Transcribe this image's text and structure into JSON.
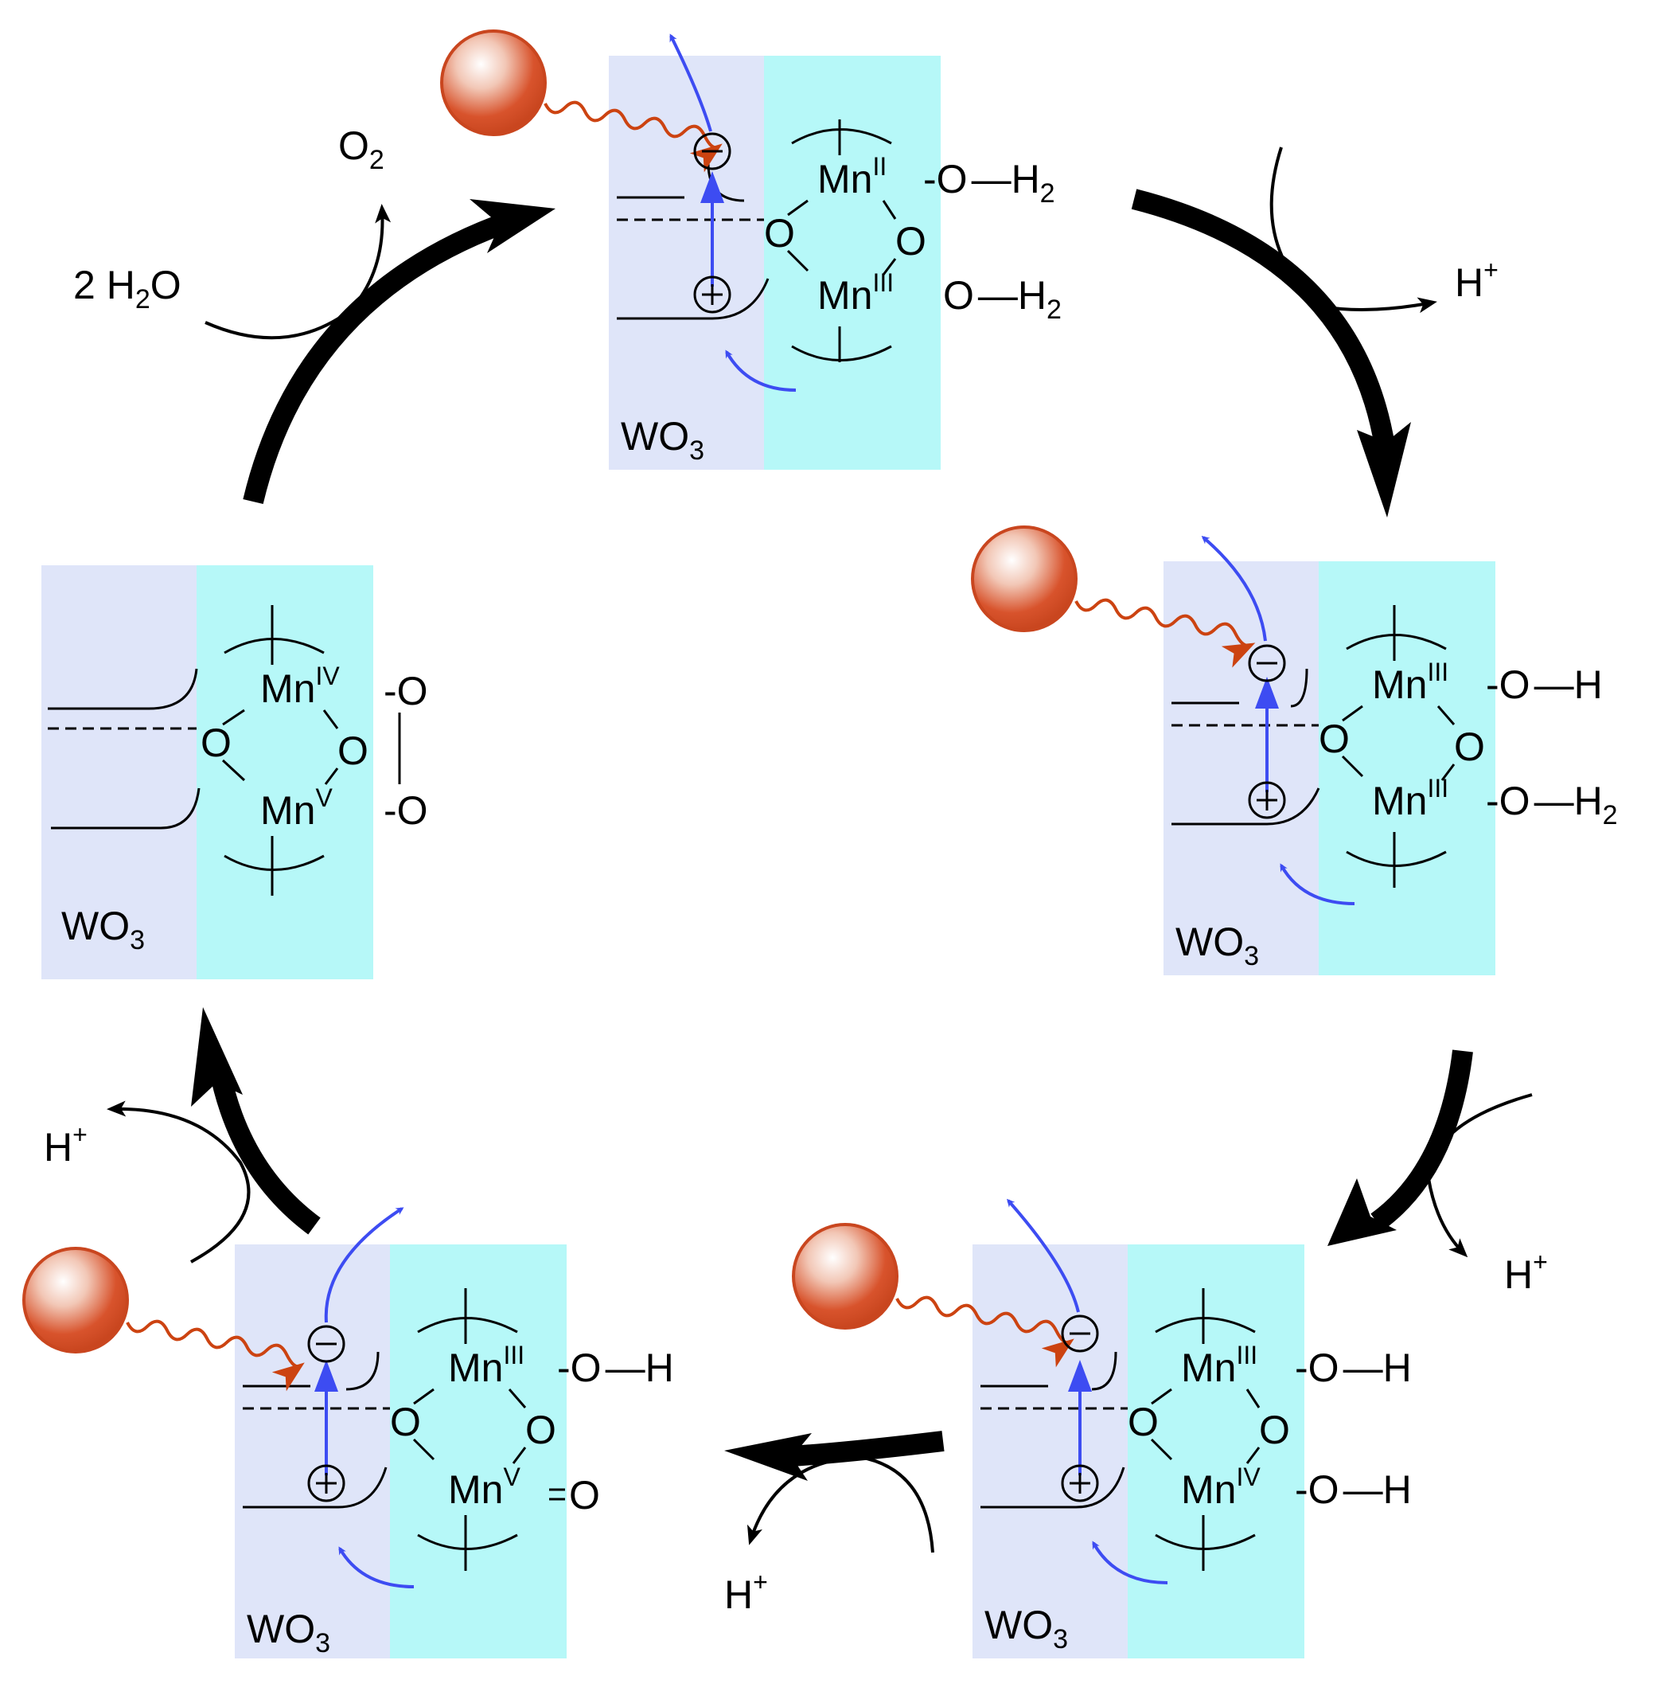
{
  "colors": {
    "wo3_panel": "#dfe5f9",
    "complex_panel": "#b6f8f8",
    "electron_arrow": "#3d4cf2",
    "photon_arrow": "#cc4311",
    "photon_ball": "#d8532c",
    "cycle_arrow": "#000000"
  },
  "labels": {
    "wo3": "WO",
    "wo3_sub": "3",
    "minus_sign": "−",
    "plus_sign": "+"
  },
  "reactants": {
    "water_coef": "2 H",
    "water_sub": "2",
    "water_tail": "O",
    "oxygen": "O",
    "oxygen_sub": "2",
    "proton": "H",
    "proton_sup": "+"
  },
  "atoms": {
    "mn": "Mn",
    "o": "O",
    "h": "H",
    "h2": "H",
    "h2_sub": "2"
  },
  "states": [
    {
      "id": "S0",
      "mn_top": "II",
      "mn_bot": "III",
      "top_ligand": "O−H2",
      "bot_ligand": "O−H2",
      "has_photon": true
    },
    {
      "id": "S1",
      "mn_top": "III",
      "mn_bot": "III",
      "top_ligand": "O−H",
      "bot_ligand": "O−H2",
      "has_photon": true
    },
    {
      "id": "S2",
      "mn_top": "III",
      "mn_bot": "IV",
      "top_ligand": "O−H",
      "bot_ligand": "O−H",
      "has_photon": true
    },
    {
      "id": "S3",
      "mn_top": "III",
      "mn_bot": "V",
      "top_ligand": "O−H",
      "bot_ligand": "=O",
      "has_photon": true
    },
    {
      "id": "S4",
      "mn_top": "IV",
      "mn_bot": "V",
      "top_ligand": "O",
      "bot_ligand": "O",
      "has_photon": false
    }
  ]
}
